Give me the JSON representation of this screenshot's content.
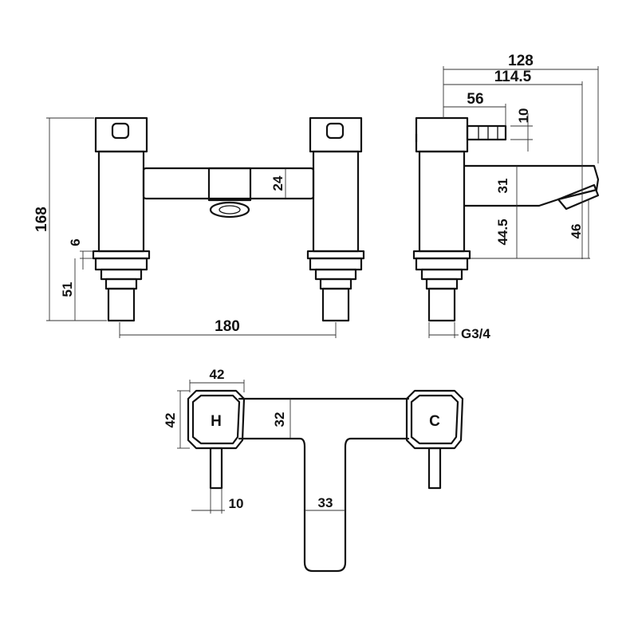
{
  "dimensions": {
    "overall_height": "168",
    "base_to_deck": "6",
    "tail_height": "51",
    "centres": "180",
    "spout_bar_height": "24",
    "overall_projection": "128",
    "spout_projection": "114.5",
    "lever_projection": "56",
    "lever_diameter": "10",
    "spout_body_height": "31",
    "spout_underside_height": "44.5",
    "outlet_height": "46",
    "thread": "G3/4",
    "plan_handle_width": "42",
    "plan_handle_depth": "42",
    "plan_bar_depth": "32",
    "plan_lever_width": "10",
    "plan_spout_width": "33"
  },
  "handles": {
    "hot": "H",
    "cold": "C"
  }
}
